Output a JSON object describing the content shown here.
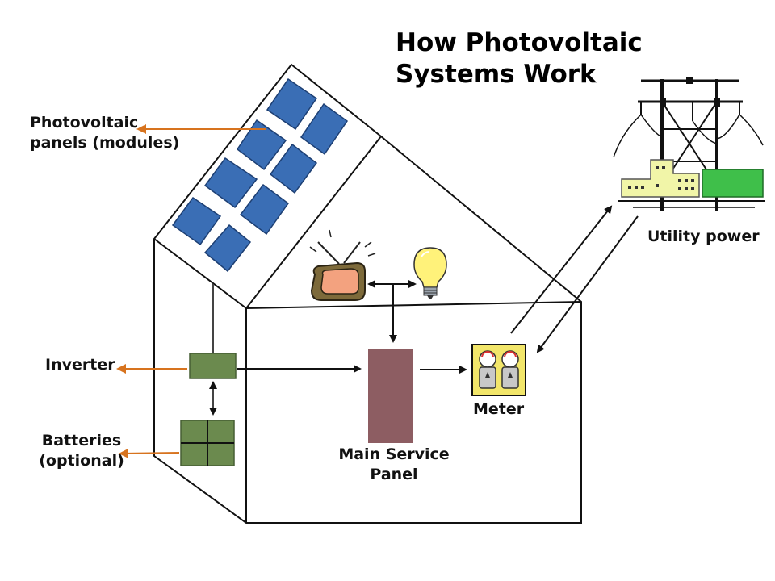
{
  "title": {
    "line1": "How Photovoltaic",
    "line2": "Systems Work"
  },
  "labels": {
    "pv_line1": "Photovoltaic",
    "pv_line2": "panels (modules)",
    "inverter": "Inverter",
    "batteries_line1": "Batteries",
    "batteries_line2": "(optional)",
    "main_panel_line1": "Main Service",
    "main_panel_line2": "Panel",
    "meter": "Meter",
    "utility": "Utility power"
  },
  "icons": [
    "pv-panel-icon",
    "inverter-icon",
    "battery-icon",
    "tv-icon",
    "light-bulb-icon",
    "meter-icon",
    "power-tower-icon",
    "factory-icon"
  ],
  "colors": {
    "panel_blue": "#3a6eb5",
    "inverter_green": "#6b8a4e",
    "main_panel": "#8d5d62",
    "callout_orange": "#d7731e",
    "meter_yellow": "#f2e66a",
    "factory_yellow": "#f1f5a8",
    "factory_green": "#3fbf4a"
  }
}
